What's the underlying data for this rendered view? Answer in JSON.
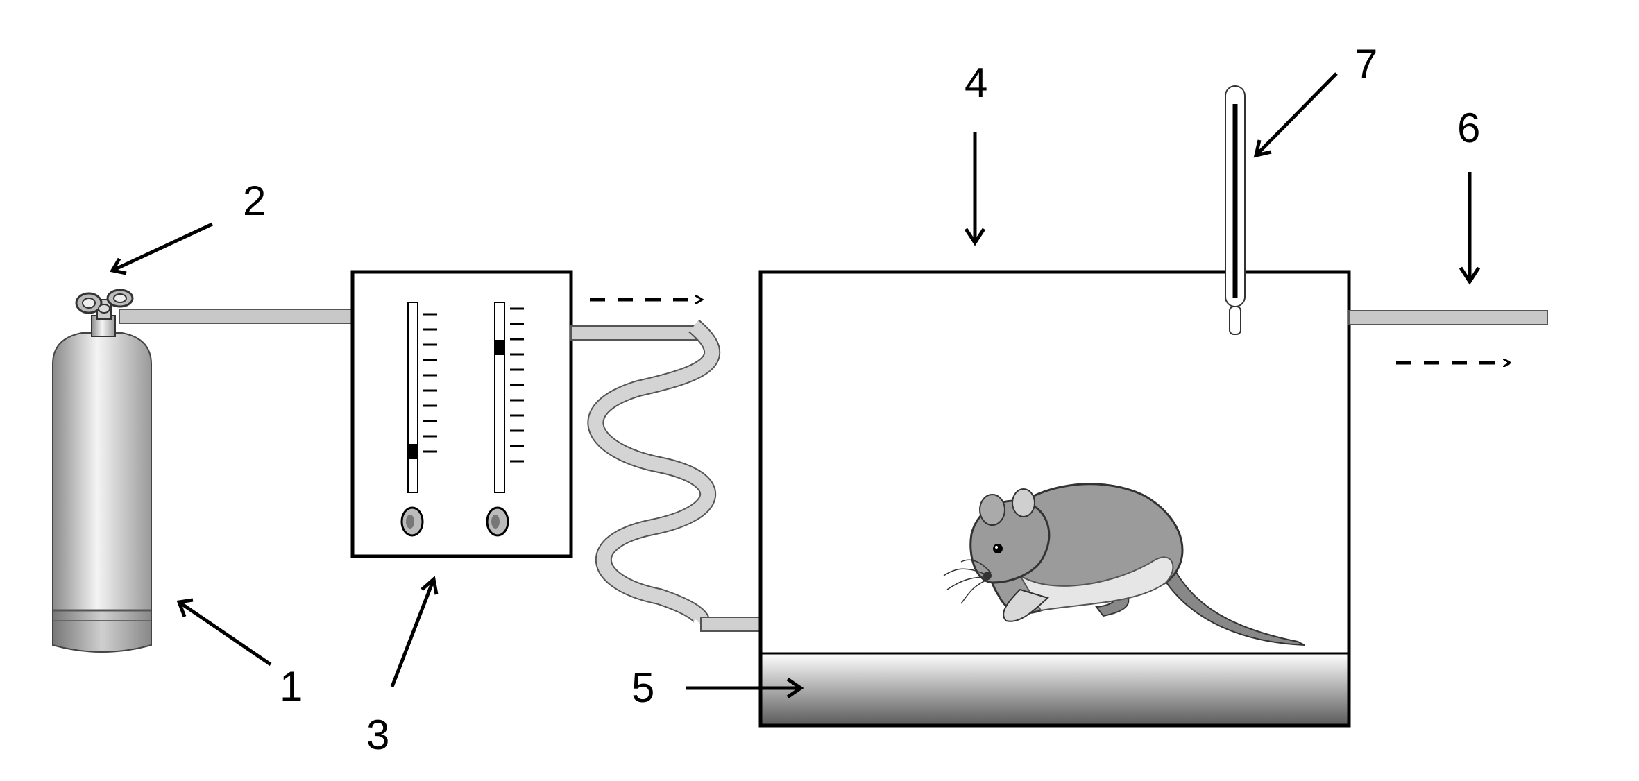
{
  "labels": {
    "cylinder": "1",
    "regulator": "2",
    "flowmeters": "3",
    "chamber": "4",
    "chamber_floor": "5",
    "outlet_tube": "6",
    "thermometer": "7"
  }
}
